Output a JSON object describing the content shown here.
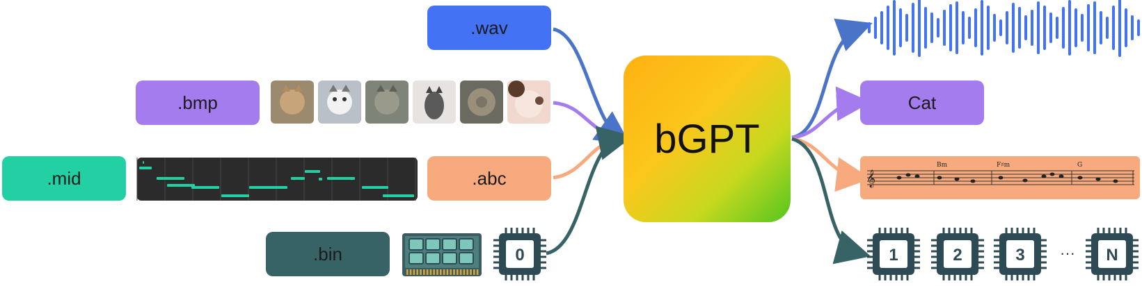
{
  "inputs": {
    "wav": ".wav",
    "bmp": ".bmp",
    "mid": ".mid",
    "abc": ".abc",
    "bin": ".bin",
    "chip_input": "0"
  },
  "model": {
    "name": "bGPT"
  },
  "outputs": {
    "class_label": "Cat",
    "chips": [
      "1",
      "2",
      "3",
      "N"
    ],
    "ellipsis": "···",
    "sheet_chords": [
      "Bm",
      "F♯m",
      "G"
    ]
  },
  "colors": {
    "wav": "#4472f4",
    "bmp": "#a57ced",
    "mid": "#22d0a3",
    "abc": "#f7aa7d",
    "bin": "#386366",
    "audio_wave": "#4472f4",
    "chip": "#2e4b55"
  },
  "icons": {
    "cat_images": [
      "cat-photo-icon",
      "cat-photo-icon",
      "cat-photo-icon",
      "cat-photo-icon",
      "cat-photo-icon",
      "cat-photo-icon"
    ],
    "memory": "ram-module-icon",
    "chip": "cpu-chip-icon",
    "waveform": "audio-waveform-icon",
    "piano_roll": "piano-roll-icon",
    "sheet_music": "sheet-music-icon"
  }
}
